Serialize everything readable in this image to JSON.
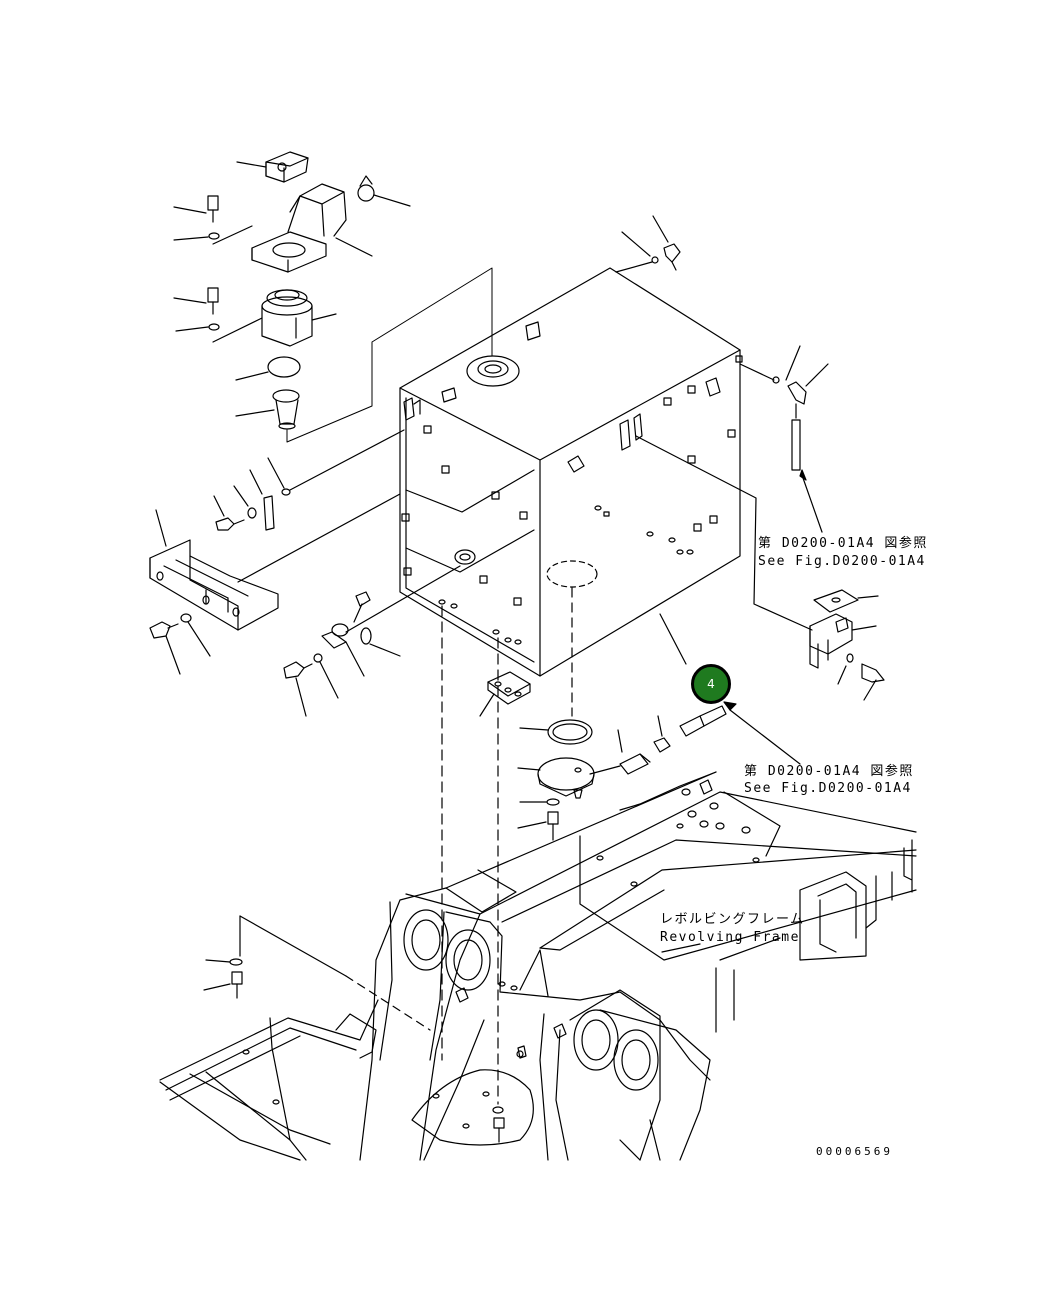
{
  "references": {
    "ref_tank_jp": "第 D0200-01A4 図参照",
    "ref_tank_en": "See Fig.D0200-01A4",
    "ref_frame_jp": "第 D0200-01A4 図参照",
    "ref_frame_en": "See Fig.D0200-01A4"
  },
  "frame_label": {
    "jp": "レボルビングフレーム",
    "en": "Revolving Frame"
  },
  "marker": {
    "label": "4",
    "color": "#1f7a1f"
  },
  "drawing_number": "00006569"
}
